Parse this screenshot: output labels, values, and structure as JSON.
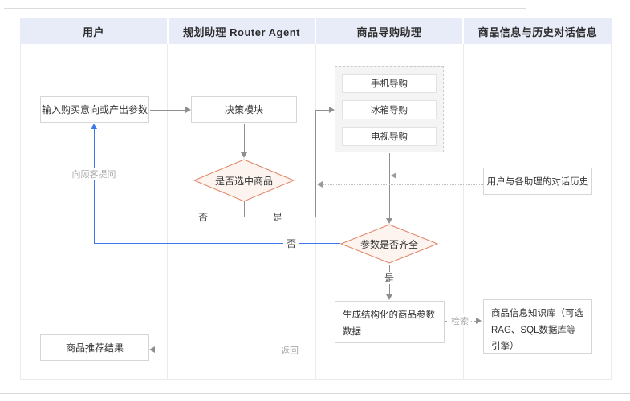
{
  "lanes": [
    {
      "label": "用户"
    },
    {
      "label": "规划助理 Router Agent"
    },
    {
      "label": "商品导购助理"
    },
    {
      "label": "商品信息与历史对话信息"
    }
  ],
  "nodes": {
    "user_input": "输入购买意向或产出参数",
    "decision_module": "决策模块",
    "guide_agents": [
      "手机导购",
      "冰箱导购",
      "电视导购"
    ],
    "select_check": "是否选中商品",
    "params_check": "参数是否齐全",
    "dialog_history": "用户与各助理的对话历史",
    "generate_params": "生成结构化的商品参数数据",
    "knowledge_base": "商品信息知识库（可选RAG、SQL数据库等引擎）",
    "recommend_result": "商品推荐结果"
  },
  "edge_labels": {
    "ask_customer": "向顾客提问",
    "select_no": "否",
    "select_yes": "是",
    "params_no": "否",
    "params_yes": "是",
    "retrieve": "检索",
    "return_label": "返回"
  },
  "colors": {
    "header_bg": "#e8ecf8",
    "line_gray": "#8f8f8f",
    "flow_blue": "#3b79ea",
    "diamond_border": "#e08263",
    "diamond_fill": "#fdf4ef"
  }
}
